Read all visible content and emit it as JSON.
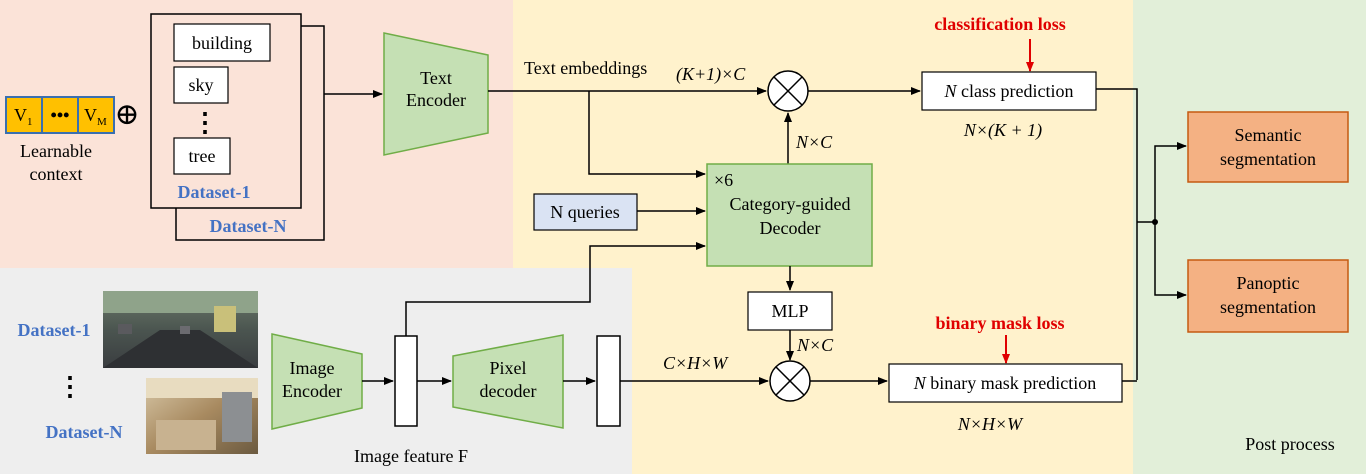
{
  "colors": {
    "text_region": "#fbe3d8",
    "image_region": "#eeeeee",
    "decoder_region": "#fff2cc",
    "post_region": "#e2efd9",
    "green_box": "#c5e0b4",
    "green_stroke": "#70ad47",
    "orange_box": "#f4b183",
    "orange_stroke": "#c55a11",
    "blue_box": "#dae3f3",
    "context_box": "#ffc000",
    "dataset_label": "#4472c4",
    "loss_label": "#e00000"
  },
  "text_branch": {
    "context_tokens": {
      "first": "V",
      "first_sub": "1",
      "dots": "•••",
      "last": "V",
      "last_sub": "M"
    },
    "context_label_line1": "Learnable",
    "context_label_line2": "context",
    "plus_symbol": "⊕",
    "classes": [
      "building",
      "sky",
      "tree"
    ],
    "class_dots": "⋮",
    "dataset_first": "Dataset-1",
    "dataset_last": "Dataset-N",
    "encoder_line1": "Text",
    "encoder_line2": "Encoder",
    "embeddings_label": "Text embeddings",
    "embeddings_dim": "(K+1)×C"
  },
  "decoder": {
    "repeat": "×6",
    "name_line1": "Category-guided",
    "name_line2": "Decoder",
    "queries": "N queries",
    "out_dim": "N×C",
    "mlp": "MLP",
    "mlp_dim": "N×C",
    "pixel_dim": "C×H×W"
  },
  "outputs": {
    "class_loss": "classification loss",
    "class_pred_n": "N",
    "class_pred_rest": " class prediction",
    "class_dim": "N×(K + 1)",
    "mask_loss": "binary mask loss",
    "mask_pred_n": "N",
    "mask_pred_rest": " binary mask prediction",
    "mask_dim": "N×H×W"
  },
  "image_branch": {
    "dataset_first": "Dataset-1",
    "dataset_dots": "⋮",
    "dataset_last": "Dataset-N",
    "encoder_line1": "Image",
    "encoder_line2": "Encoder",
    "pixel_line1": "Pixel",
    "pixel_line2": "decoder",
    "feature_label": "Image feature F"
  },
  "post": {
    "semantic_line1": "Semantic",
    "semantic_line2": "segmentation",
    "panoptic_line1": "Panoptic",
    "panoptic_line2": "segmentation",
    "label": "Post process"
  }
}
